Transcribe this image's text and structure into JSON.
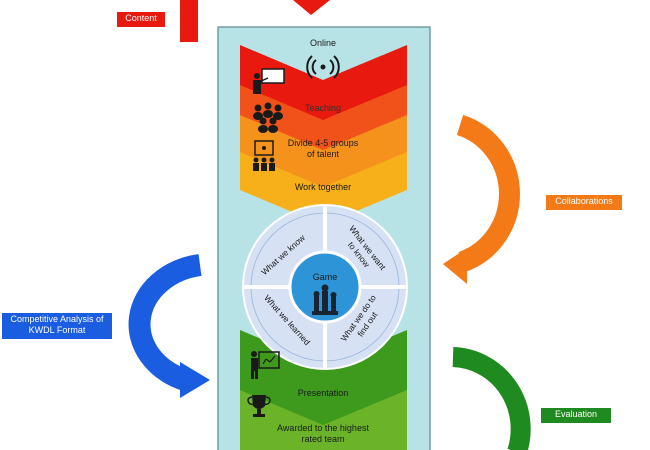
{
  "colors": {
    "panel_fill": "#b7e3e6",
    "panel_stroke": "#5a8a90",
    "red": "#e8190f",
    "orange_red": "#f0521a",
    "orange": "#f5921b",
    "yellow_orange": "#f7b01a",
    "green_dark": "#3d9a1c",
    "green_light": "#6bb42a",
    "blue": "#1a5de0",
    "blue_center": "#2e94d8",
    "circle_fill": "#d6e2f4",
    "orange_arrow": "#f37a16",
    "green_arrow": "#1f8a1f"
  },
  "stages_top": [
    {
      "text": "Online",
      "icon": "wireless-signal-icon"
    },
    {
      "text": "Teaching",
      "icon": "teacher-board-icon"
    },
    {
      "text": "Divide 4-5 groups of talent",
      "line1": "Divide 4-5 groups",
      "line2": "of talent",
      "icon": "group-people-icon"
    },
    {
      "text": "Work together",
      "icon": "team-presentation-icon"
    }
  ],
  "cycle": {
    "center": "Game",
    "center_icon": "chess-pieces-icon",
    "quadrants": {
      "top_left": "What we know",
      "top_right_line1": "What we want",
      "top_right_line2": "to know",
      "bottom_left": "What we learned",
      "bottom_right_line1": "What we do to",
      "bottom_right_line2": "find out"
    }
  },
  "stages_bottom": [
    {
      "text": "Presentation",
      "icon": "presenter-icon"
    },
    {
      "text": "Awarded to the highest rated team",
      "line1": "Awarded to the highest",
      "line2": "rated team",
      "icon": "trophy-icon"
    }
  ],
  "labels": {
    "content": "Content",
    "collaborations": "Collaborations",
    "competitive_line1": "Competitive Analysis of",
    "competitive_line2": "KWDL Format",
    "evaluation": "Evaluation"
  }
}
